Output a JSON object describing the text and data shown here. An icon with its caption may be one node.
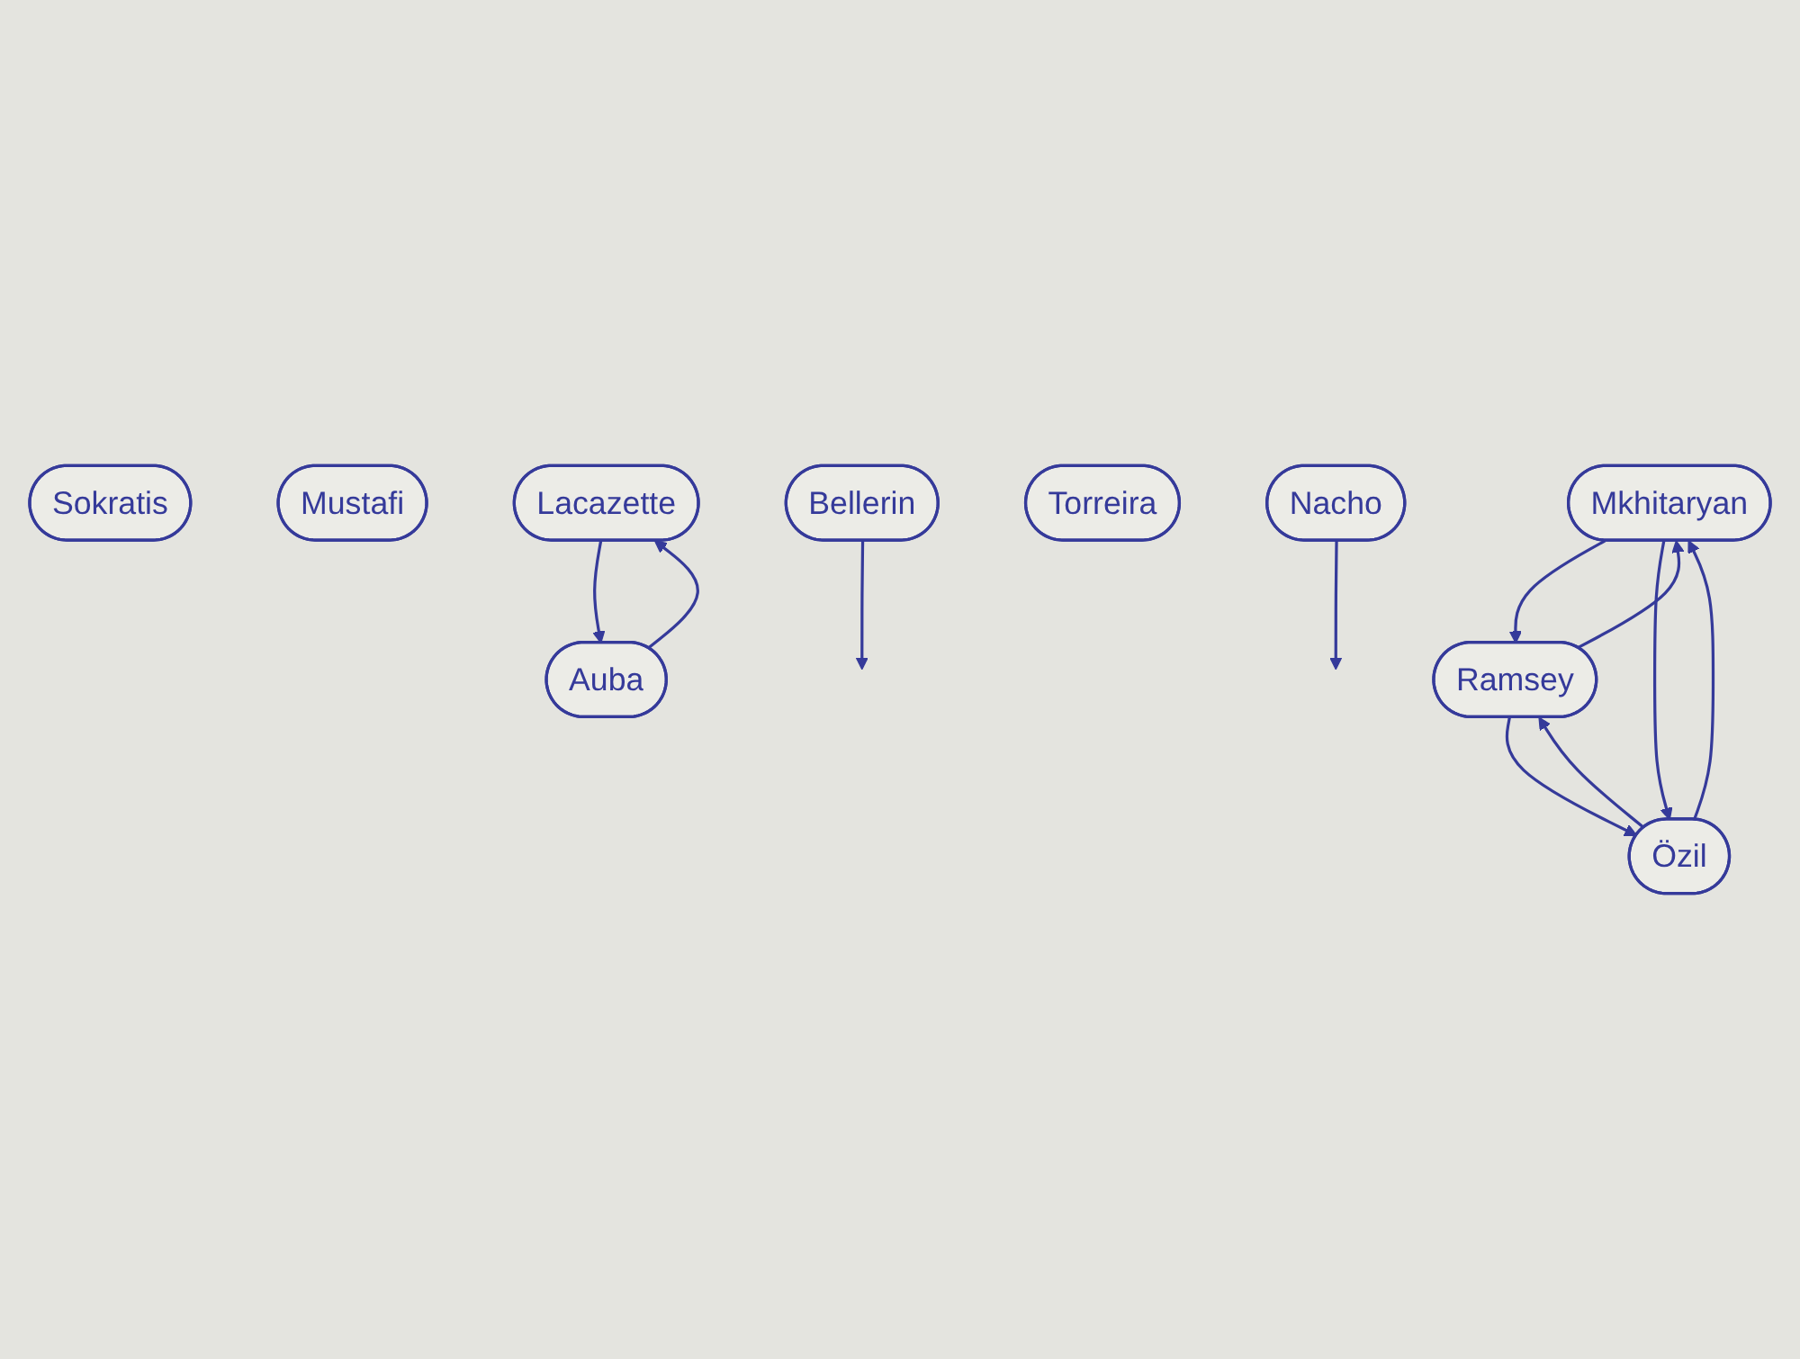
{
  "diagram": {
    "nodes": [
      {
        "text": [
          "Sokratis"
        ]
      },
      {
        "text": [
          "Mustafi"
        ]
      },
      {
        "text": [
          "Bellerin"
        ]
      },
      {
        "text": [
          "Nacho"
        ]
      },
      {
        "text": [
          "Torreira"
        ]
      },
      {
        "text": [
          "Mkhitaryan"
        ]
      },
      {
        "text": [
          "Ramsey"
        ]
      },
      {
        "text": [
          "Özil"
        ]
      },
      {
        "text": [
          "Lacazette"
        ]
      },
      {
        "text": [
          "Auba"
        ]
      }
    ],
    "edges": [
      {
        "from": 2,
        "to": null,
        "arrow": "to"
      },
      {
        "from": 3,
        "to": null,
        "arrow": "to"
      },
      {
        "from": 6,
        "to": 5,
        "arrow": "to"
      },
      {
        "from": 5,
        "to": 6,
        "arrow": "to"
      },
      {
        "from": 7,
        "to": 5,
        "arrow": "to"
      },
      {
        "from": 5,
        "to": 7,
        "arrow": "to"
      },
      {
        "from": 7,
        "to": 6,
        "arrow": "to"
      },
      {
        "from": 6,
        "to": 7,
        "arrow": "to"
      },
      {
        "from": 8,
        "to": 9,
        "arrow": "to"
      },
      {
        "from": 9,
        "to": 8,
        "arrow": "to"
      }
    ]
  }
}
